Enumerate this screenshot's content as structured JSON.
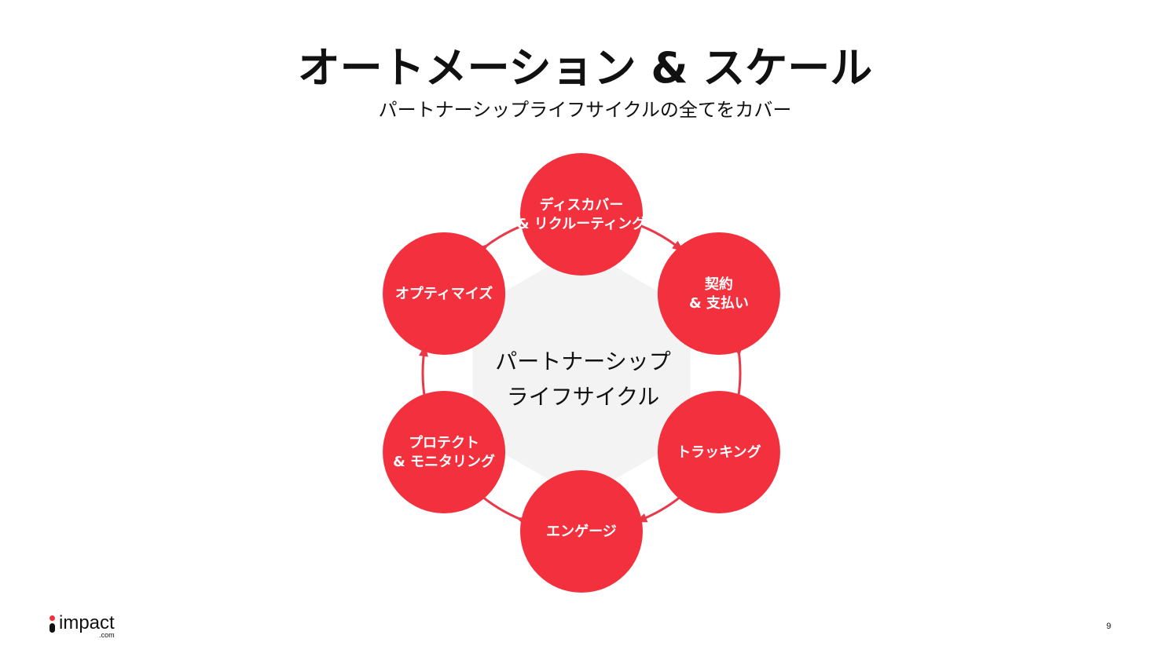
{
  "slide": {
    "title": "オートメーション & スケール",
    "subtitle": "パートナーシップライフサイクルの全てをカバー",
    "page_number": "9"
  },
  "diagram": {
    "center_lines": [
      "パートナーシップ",
      "ライフサイクル"
    ],
    "nodes": [
      {
        "id": "discover",
        "lines": [
          "ディスカバー",
          "& リクルーティング"
        ]
      },
      {
        "id": "contract",
        "lines": [
          "契約",
          "& 支払い"
        ]
      },
      {
        "id": "tracking",
        "lines": [
          "トラッキング"
        ]
      },
      {
        "id": "engage",
        "lines": [
          "エンゲージ"
        ]
      },
      {
        "id": "protect",
        "lines": [
          "プロテクト",
          "& モニタリング"
        ]
      },
      {
        "id": "optimize",
        "lines": [
          "オプティマイズ"
        ]
      }
    ],
    "colors": {
      "node": "#f2303e",
      "ring": "#e8394a",
      "center_fill": "#f3f3f3"
    }
  },
  "logo": {
    "word": "impact",
    "suffix": ".com"
  }
}
